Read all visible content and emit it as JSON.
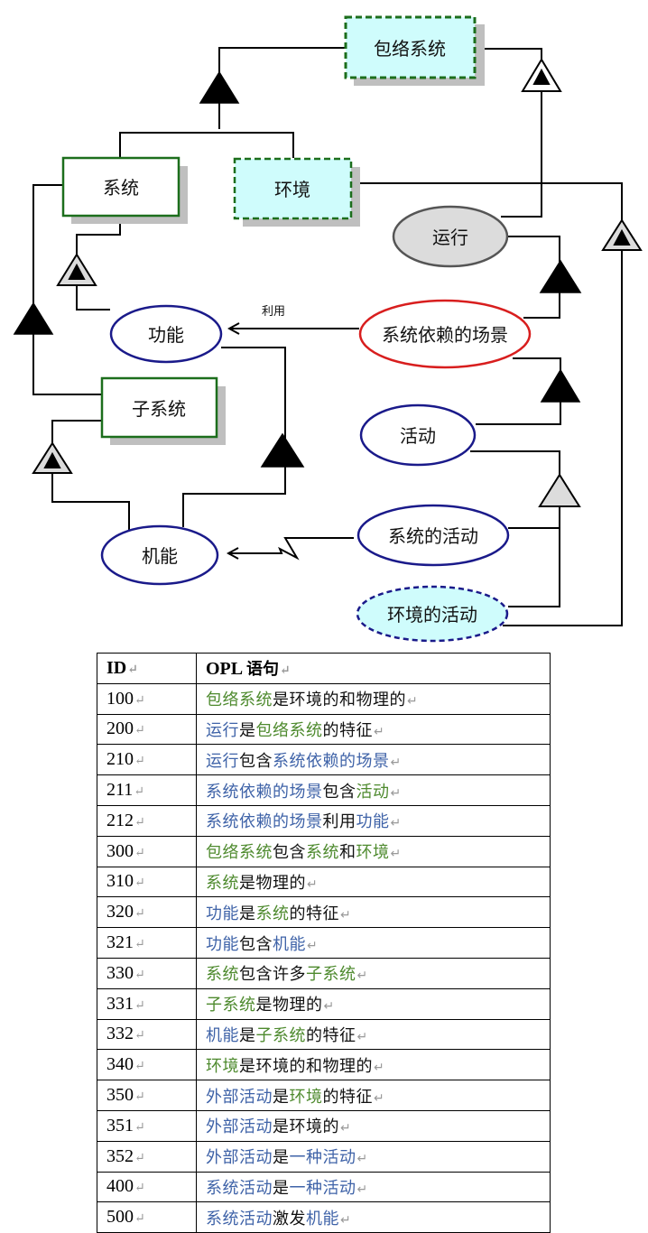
{
  "diagram": {
    "nodes": {
      "package_system": "包络系统",
      "system": "系统",
      "environment": "环境",
      "operation": "运行",
      "function": "功能",
      "dependent_scenario": "系统依赖的场景",
      "subsystem": "子系统",
      "activity": "活动",
      "mechanism": "机能",
      "system_activity": "系统的活动",
      "environment_activity": "环境的活动"
    },
    "link_label": "利用"
  },
  "table": {
    "headers": {
      "id": "ID",
      "opl_latin": "OPL",
      "opl_cn": "语句"
    },
    "return_mark": "↵",
    "colors": {
      "object_green": "#4e8a2e",
      "process_blue": "#3f63a8",
      "text": "#111111"
    },
    "rows": [
      {
        "id": "100",
        "parts": [
          {
            "t": "包络系统",
            "c": "g"
          },
          {
            "t": "是环境的和物理的",
            "c": "k"
          }
        ]
      },
      {
        "id": "200",
        "parts": [
          {
            "t": "运行",
            "c": "b"
          },
          {
            "t": "是",
            "c": "k"
          },
          {
            "t": "包络系统",
            "c": "g"
          },
          {
            "t": "的特征",
            "c": "k"
          }
        ]
      },
      {
        "id": "210",
        "parts": [
          {
            "t": "运行",
            "c": "b"
          },
          {
            "t": "包含",
            "c": "k"
          },
          {
            "t": "系统依赖的场景",
            "c": "b"
          }
        ]
      },
      {
        "id": "211",
        "parts": [
          {
            "t": "系统依赖的场景",
            "c": "b"
          },
          {
            "t": "包含",
            "c": "k"
          },
          {
            "t": "活动",
            "c": "g"
          }
        ]
      },
      {
        "id": "212",
        "parts": [
          {
            "t": "系统依赖的场景",
            "c": "b"
          },
          {
            "t": "利用",
            "c": "k"
          },
          {
            "t": "功能",
            "c": "b"
          }
        ]
      },
      {
        "id": "300",
        "parts": [
          {
            "t": "包络系统",
            "c": "g"
          },
          {
            "t": "包含",
            "c": "k"
          },
          {
            "t": "系统",
            "c": "g"
          },
          {
            "t": "和",
            "c": "k"
          },
          {
            "t": "环境",
            "c": "g"
          }
        ]
      },
      {
        "id": "310",
        "parts": [
          {
            "t": "系统",
            "c": "g"
          },
          {
            "t": "是物理的",
            "c": "k"
          }
        ]
      },
      {
        "id": "320",
        "parts": [
          {
            "t": "功能",
            "c": "b"
          },
          {
            "t": "是",
            "c": "k"
          },
          {
            "t": "系统",
            "c": "g"
          },
          {
            "t": "的特征",
            "c": "k"
          }
        ]
      },
      {
        "id": "321",
        "parts": [
          {
            "t": "功能",
            "c": "b"
          },
          {
            "t": "包含",
            "c": "k"
          },
          {
            "t": "机能",
            "c": "b"
          }
        ]
      },
      {
        "id": "330",
        "parts": [
          {
            "t": "系统",
            "c": "g"
          },
          {
            "t": "包含许多",
            "c": "k"
          },
          {
            "t": "子系统",
            "c": "g"
          }
        ]
      },
      {
        "id": "331",
        "parts": [
          {
            "t": "子系统",
            "c": "g"
          },
          {
            "t": "是物理的",
            "c": "k"
          }
        ]
      },
      {
        "id": "332",
        "parts": [
          {
            "t": "机能",
            "c": "b"
          },
          {
            "t": "是",
            "c": "k"
          },
          {
            "t": "子系统",
            "c": "g"
          },
          {
            "t": "的特征",
            "c": "k"
          }
        ]
      },
      {
        "id": "340",
        "parts": [
          {
            "t": "环境",
            "c": "g"
          },
          {
            "t": "是环境的和物理的",
            "c": "k"
          }
        ]
      },
      {
        "id": "350",
        "parts": [
          {
            "t": "外部活动",
            "c": "b"
          },
          {
            "t": "是",
            "c": "k"
          },
          {
            "t": "环境",
            "c": "g"
          },
          {
            "t": "的特征",
            "c": "k"
          }
        ]
      },
      {
        "id": "351",
        "parts": [
          {
            "t": "外部活动",
            "c": "b"
          },
          {
            "t": "是环境的",
            "c": "k"
          }
        ]
      },
      {
        "id": "352",
        "parts": [
          {
            "t": "外部活动",
            "c": "b"
          },
          {
            "t": "是",
            "c": "k"
          },
          {
            "t": "一种活动",
            "c": "b"
          }
        ]
      },
      {
        "id": "400",
        "parts": [
          {
            "t": "系统活动",
            "c": "b"
          },
          {
            "t": "是",
            "c": "k"
          },
          {
            "t": "一种活动",
            "c": "b"
          }
        ]
      },
      {
        "id": "500",
        "parts": [
          {
            "t": "系统活动",
            "c": "b"
          },
          {
            "t": "激发",
            "c": "k"
          },
          {
            "t": "机能",
            "c": "b"
          }
        ]
      }
    ]
  }
}
